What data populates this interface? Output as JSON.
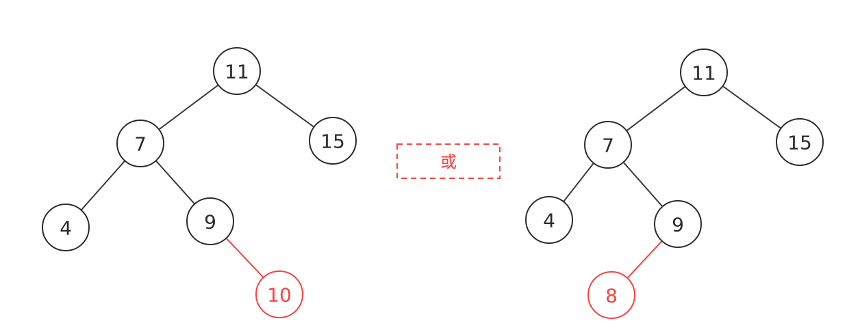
{
  "separator": {
    "label": "或"
  },
  "colors": {
    "normal": "#2b2b2b",
    "highlight": "#ff4040"
  },
  "trees": [
    {
      "nodes": [
        {
          "id": "n11",
          "label": "11",
          "highlight": false
        },
        {
          "id": "n7",
          "label": "7",
          "highlight": false
        },
        {
          "id": "n15",
          "label": "15",
          "highlight": false
        },
        {
          "id": "n4",
          "label": "4",
          "highlight": false
        },
        {
          "id": "n9",
          "label": "9",
          "highlight": false
        },
        {
          "id": "n10",
          "label": "10",
          "highlight": true
        }
      ],
      "edges": [
        {
          "from": "n11",
          "to": "n7",
          "highlight": false
        },
        {
          "from": "n11",
          "to": "n15",
          "highlight": false
        },
        {
          "from": "n7",
          "to": "n4",
          "highlight": false
        },
        {
          "from": "n7",
          "to": "n9",
          "highlight": false
        },
        {
          "from": "n9",
          "to": "n10",
          "highlight": true
        }
      ]
    },
    {
      "nodes": [
        {
          "id": "m11",
          "label": "11",
          "highlight": false
        },
        {
          "id": "m7",
          "label": "7",
          "highlight": false
        },
        {
          "id": "m15",
          "label": "15",
          "highlight": false
        },
        {
          "id": "m4",
          "label": "4",
          "highlight": false
        },
        {
          "id": "m9",
          "label": "9",
          "highlight": false
        },
        {
          "id": "m8",
          "label": "8",
          "highlight": true
        }
      ],
      "edges": [
        {
          "from": "m11",
          "to": "m7",
          "highlight": false
        },
        {
          "from": "m11",
          "to": "m15",
          "highlight": false
        },
        {
          "from": "m7",
          "to": "m4",
          "highlight": false
        },
        {
          "from": "m7",
          "to": "m9",
          "highlight": false
        },
        {
          "from": "m9",
          "to": "m8",
          "highlight": true
        }
      ]
    }
  ]
}
